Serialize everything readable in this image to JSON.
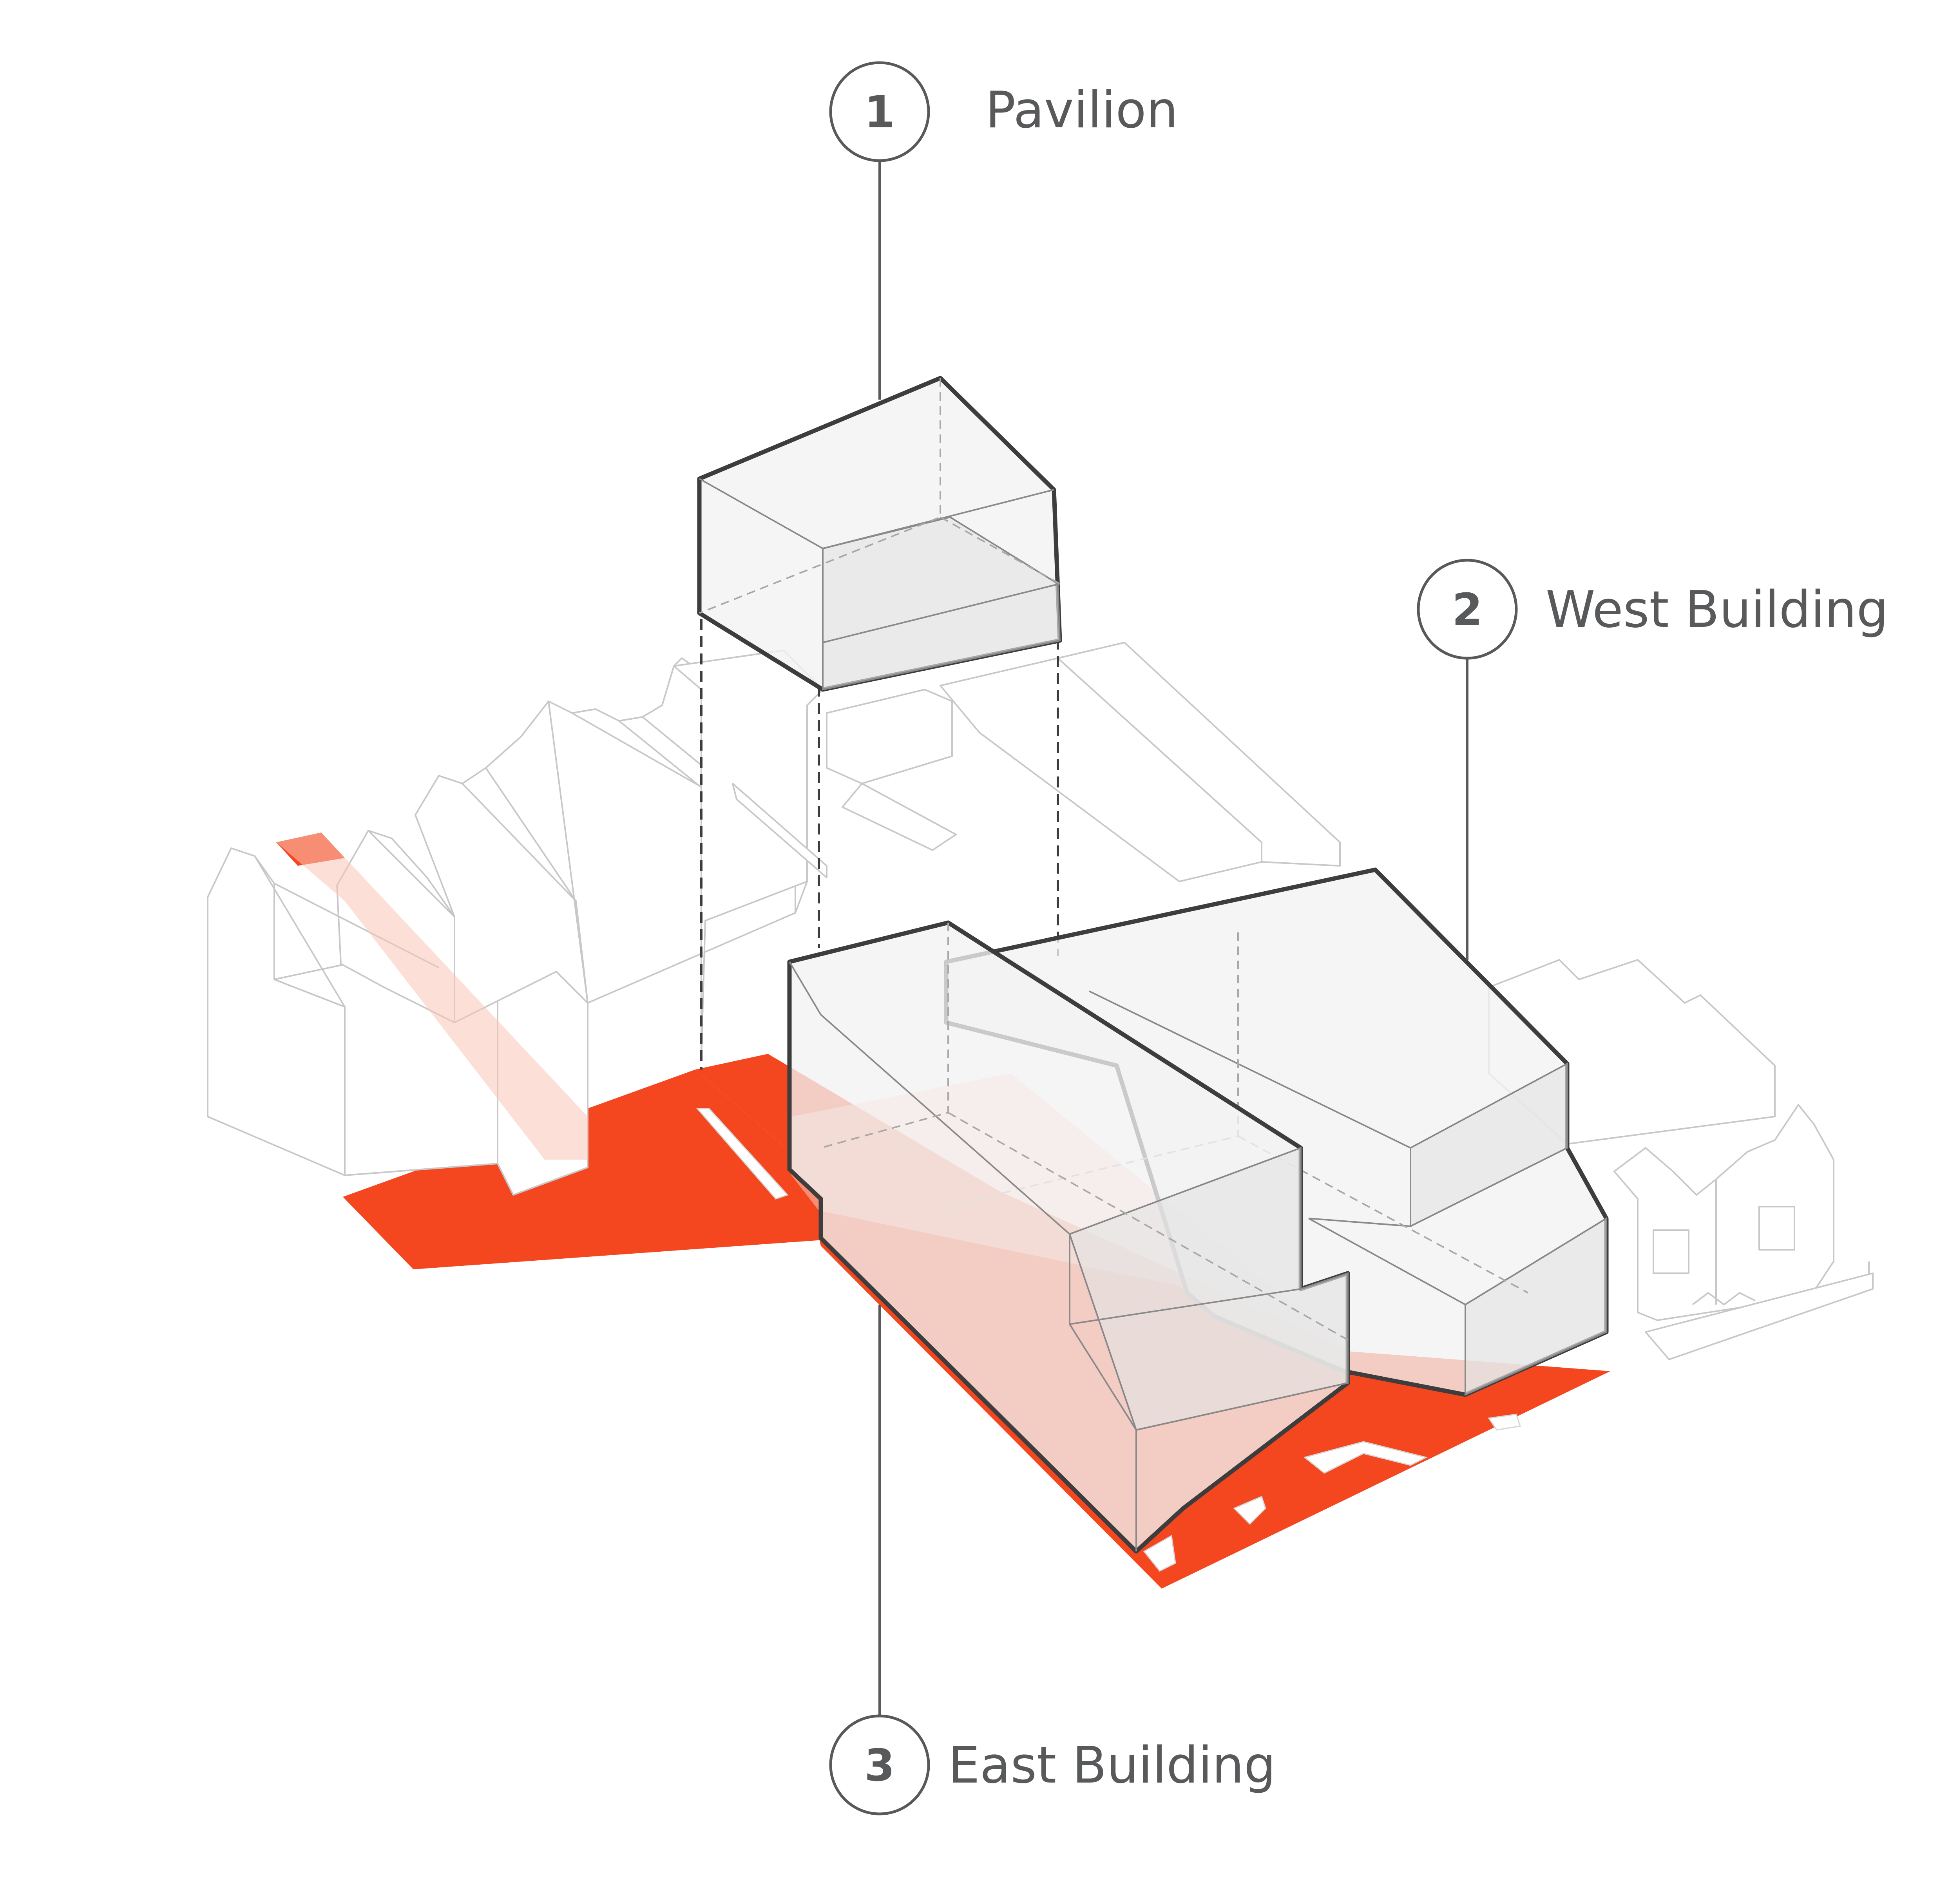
{
  "callouts": [
    {
      "number": "1",
      "label": "Pavilion"
    },
    {
      "number": "2",
      "label": "West Building"
    },
    {
      "number": "3",
      "label": "East Building"
    }
  ],
  "colors": {
    "site_plane": "#f4471f",
    "site_path_overlay": "#f9c7b6",
    "volume_outline": "#3d3d3d",
    "context_lines": "#c8c8c8",
    "callout_text": "#58595b"
  },
  "icons": {
    "callout_marker": "numbered-circle"
  }
}
